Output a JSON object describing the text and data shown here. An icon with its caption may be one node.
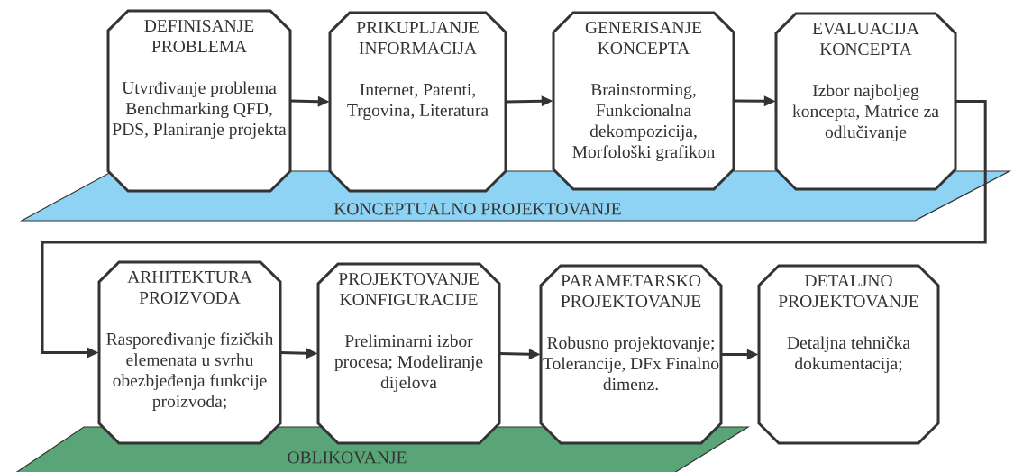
{
  "diagram": {
    "nodes": [
      {
        "text": [
          "DEFINISANJE PROBLEMA",
          "Utvrđivanje problema Benchmarking QFD, PDS, Planiranje projekta"
        ]
      },
      {
        "text": [
          "PRIKUPLJANJE INFORMACIJA",
          "Internet, Patenti, Trgovina, Literatura"
        ]
      },
      {
        "text": [
          "GENERISANJE KONCEPTA",
          "Brainstorming, Funkcionalna dekompozicija, Morfološki grafikon"
        ]
      },
      {
        "text": [
          "EVALUACIJA KONCEPTA",
          "Izbor najboljeg koncepta, Matrice za odlučivanje"
        ]
      },
      {
        "text": [
          "KONCEPTUALNO PROJEKTOVANJE"
        ]
      },
      {
        "text": [
          "ARHITEKTURA PROIZVODA",
          "Raspoređivanje fizičkih elemenata u svrhu obezbjeđenja funkcije proizvoda;"
        ]
      },
      {
        "text": [
          "PROJEKTOVANJE KONFIGURACIJE",
          "Preliminarni izbor procesa; Modeliranje dijelova"
        ]
      },
      {
        "text": [
          "PARAMETARSKO PROJEKTOVANJE",
          "Robusno projektovanje; Tolerancije, DFx Finalno dimenz."
        ]
      },
      {
        "text": [
          "DETALJNO PROJEKTOVANJE",
          "Detaljna tehnička dokumentacija;"
        ]
      },
      {
        "text": [
          "OBLIKOVANJE"
        ]
      }
    ],
    "edges": [
      {
        "from": 0,
        "to": 1,
        "arrow": "to"
      },
      {
        "from": 1,
        "to": 2,
        "arrow": "to"
      },
      {
        "from": 2,
        "to": 3,
        "arrow": "to"
      },
      {
        "from": 3,
        "to": 5,
        "arrow": "to"
      },
      {
        "from": 5,
        "to": 6,
        "arrow": "to"
      },
      {
        "from": 6,
        "to": 7,
        "arrow": "to"
      },
      {
        "from": 7,
        "to": 8,
        "arrow": "to"
      }
    ]
  }
}
